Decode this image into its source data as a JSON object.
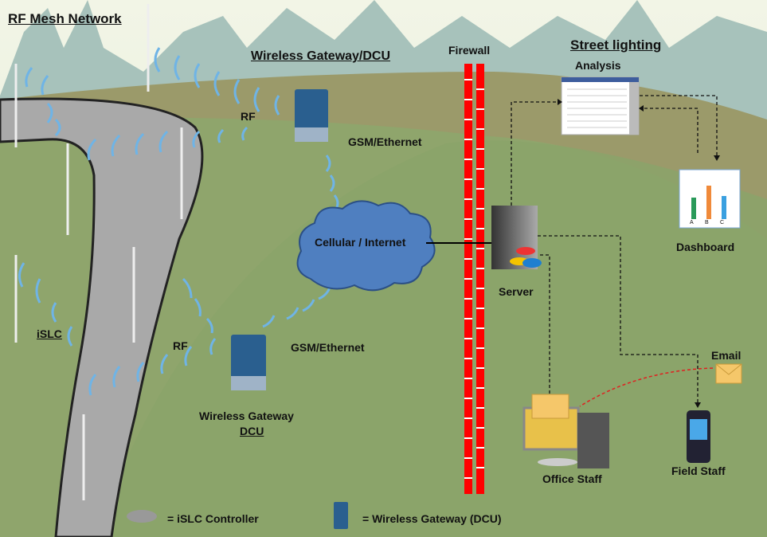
{
  "titles": {
    "rf_mesh": "RF Mesh Network",
    "wireless_gateway_top": "Wireless Gateway/DCU",
    "firewall": "Firewall",
    "street_lighting": "Street lighting",
    "analysis": "Analysis"
  },
  "labels": {
    "rf_top": "RF",
    "gsm_top": "GSM/Ethernet",
    "cloud": "Cellular / Internet",
    "server": "Server",
    "dashboard": "Dashboard",
    "rf_bottom": "RF",
    "gsm_bottom": "GSM/Ethernet",
    "islc": "iSLC",
    "gateway_bottom": "Wireless Gateway",
    "dcu_bottom": "DCU",
    "email": "Email",
    "office_staff": "Office Staff",
    "field_staff": "Field Staff",
    "dashboard_axis": [
      "A",
      "B",
      "C"
    ]
  },
  "legend": {
    "islc": "= iSLC Controller",
    "gateway": "= Wireless Gateway (DCU)"
  },
  "colors": {
    "firewall": "#ff0000",
    "cloud": "#4f7fc0",
    "signal": "#6fb4e6",
    "email_arrow": "#e02020"
  }
}
